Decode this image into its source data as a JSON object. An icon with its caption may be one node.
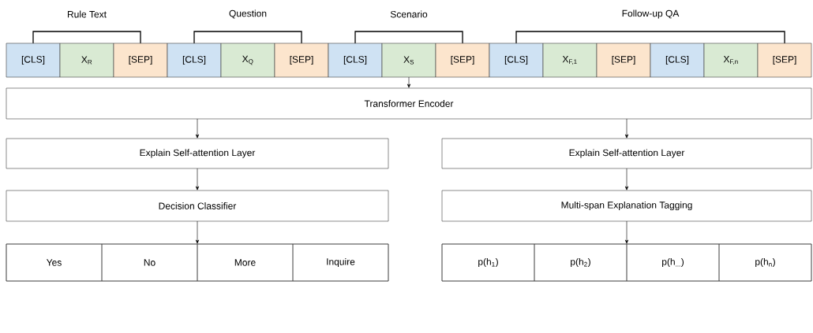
{
  "diagram": {
    "nodes": [
      {
        "text": [
          "[CLS]"
        ]
      },
      {
        "text": [
          "X$_{R}$"
        ]
      },
      {
        "text": [
          "[SEP]"
        ]
      },
      {
        "text": [
          "[CLS]"
        ]
      },
      {
        "text": [
          "X$_{Q}$"
        ]
      },
      {
        "text": [
          "[SEP]"
        ]
      },
      {
        "text": [
          "[CLS]"
        ]
      },
      {
        "text": [
          "X$_{S}$"
        ]
      },
      {
        "text": [
          "[SEP]"
        ]
      },
      {
        "text": [
          "[CLS]"
        ]
      },
      {
        "text": [
          "X$_{F,1}$"
        ]
      },
      {
        "text": [
          "[SEP]"
        ]
      },
      {
        "text": [
          "[CLS]"
        ]
      },
      {
        "text": [
          "X$_{F,n}$"
        ]
      },
      {
        "text": [
          "[SEP]"
        ]
      },
      {
        "text": [
          "Transformer Encoder"
        ]
      },
      {
        "text": [
          "Explain Self-attention Layer"
        ]
      },
      {
        "text": [
          "Explain Self-attention Layer"
        ]
      },
      {
        "text": [
          "Decision Classifier"
        ]
      },
      {
        "text": [
          "Multi-span Explanation Tagging"
        ]
      },
      {
        "text": [],
        "shape": "box"
      },
      {
        "text": [
          "Yes"
        ],
        "in": 20
      },
      {
        "text": [
          "No"
        ],
        "in": 20
      },
      {
        "text": [
          "More"
        ],
        "in": 20
      },
      {
        "text": [
          "Inquire"
        ],
        "in": 20
      },
      {
        "text": [],
        "shape": "box"
      },
      {
        "text": [
          "p(h$_{1}$)"
        ],
        "in": 25
      },
      {
        "text": [
          "p(h$_{2}$)"
        ],
        "in": 25
      },
      {
        "text": [
          "p(h$_{...}$)"
        ],
        "in": 25
      },
      {
        "text": [
          "p(h$_{n}$)"
        ],
        "in": 25
      }
    ],
    "edges": [
      {
        "from": 7,
        "to": 15,
        "arrow": "to"
      },
      {
        "from": 15,
        "to": 16,
        "arrow": "to"
      },
      {
        "from": 15,
        "to": 17,
        "arrow": "to"
      },
      {
        "from": 16,
        "to": 18,
        "arrow": "to"
      },
      {
        "from": 17,
        "to": 19,
        "arrow": "to"
      },
      {
        "from": 18,
        "to": 20,
        "arrow": "to"
      },
      {
        "from": 19,
        "to": 25,
        "arrow": "to"
      }
    ],
    "labels": [
      "Rule Text",
      "Question",
      "Scenario",
      "Follow-up QA"
    ]
  }
}
